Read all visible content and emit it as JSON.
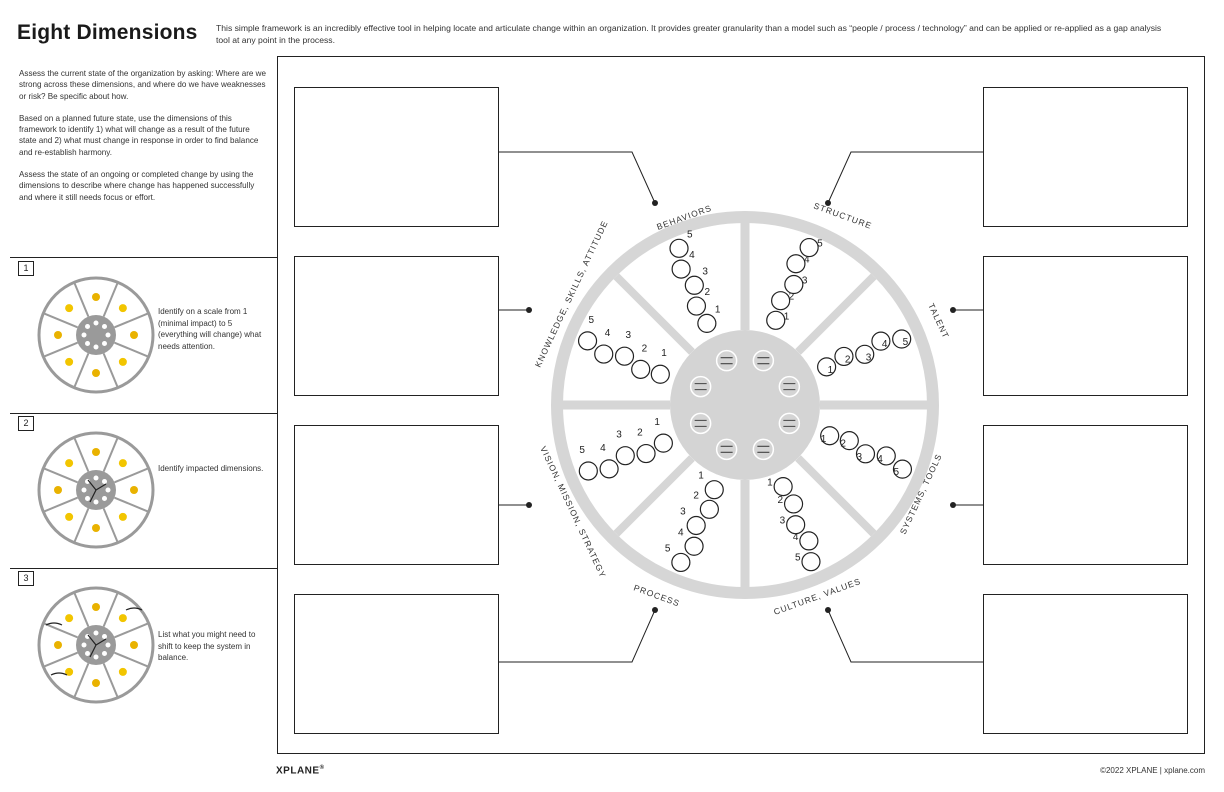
{
  "header": {
    "title": "Eight Dimensions",
    "intro": "This simple framework is an incredibly effective tool in helping locate and articulate change within an organization. It provides greater granularity than a model such as “people / process / technology” and can be applied or re-applied as a gap analysis tool at any point in the process."
  },
  "sidebar": {
    "paragraphs": [
      "Assess the current state of the organization by asking: Where are we strong across these dimensions, and where do we have weaknesses or risk? Be specific about how.",
      "Based on a planned future state, use the dimensions of this framework to identify 1) what will change as a result of the future state and 2) what must change in response in order to find balance and re-establish harmony.",
      "Assess the state of an ongoing or completed change by using the dimensions to describe where change has happened successfully and where it still needs focus or effort."
    ],
    "steps": [
      {
        "number": "1",
        "text": "Identify on a scale from 1 (minimal impact) to 5 (everything will change) what needs attention."
      },
      {
        "number": "2",
        "text": "Identify impacted dimensions."
      },
      {
        "number": "3",
        "text": "List what you might need to shift to keep the system in balance."
      }
    ]
  },
  "wheel": {
    "scale": [
      "1",
      "2",
      "3",
      "4",
      "5"
    ],
    "dimensions": [
      {
        "label": "BEHAVIORS",
        "icon": "arrows-cycle-icon"
      },
      {
        "label": "STRUCTURE",
        "icon": "org-chart-icon"
      },
      {
        "label": "TALENT",
        "icon": "star-badge-icon"
      },
      {
        "label": "SYSTEMS, TOOLS",
        "icon": "wrench-screwdriver-icon"
      },
      {
        "label": "CULTURE, VALUES",
        "icon": "heart-icon"
      },
      {
        "label": "PROCESS",
        "icon": "process-arrows-icon"
      },
      {
        "label": "VISION, MISSION, STRATEGY",
        "icon": "compass-icon"
      },
      {
        "label": "KNOWLEDGE, SKILLS, ATTITUDE",
        "icon": "pencil-icon"
      }
    ]
  },
  "footer": {
    "logo": "XPLANE",
    "logo_mark": "®",
    "copyright": "©2022 XPLANE | xplane.com"
  }
}
